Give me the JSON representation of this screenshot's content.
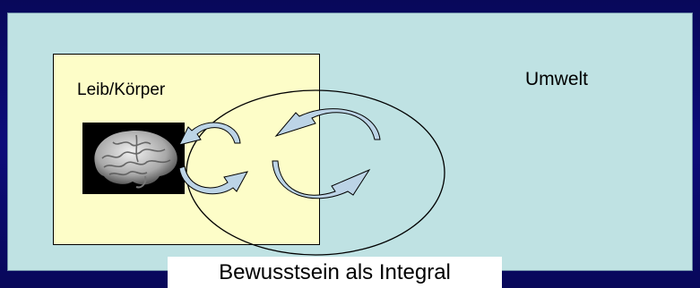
{
  "diagram": {
    "body_label": "Leib/Körper",
    "environment_label": "Umwelt",
    "caption": "Bewusstsein als Integral"
  },
  "icons": {
    "brain": "brain-icon",
    "cycle_left": "cycle-arrows-icon",
    "cycle_right": "cycle-arrows-icon"
  },
  "colors": {
    "background": "#0a0a6e",
    "panel": "#bfe2e3",
    "body_box": "#fdfdc8",
    "arrow_fill": "#bcd4e6",
    "caption_bg": "#ffffff"
  }
}
